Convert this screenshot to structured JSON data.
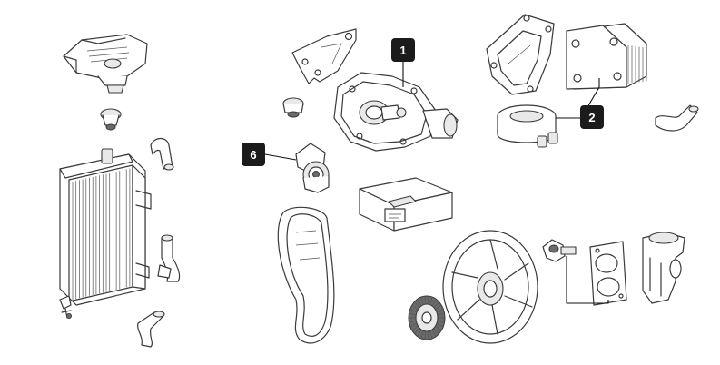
{
  "callouts": [
    {
      "id": "callout-1",
      "label": "1",
      "part": "water-pump"
    },
    {
      "id": "callout-2",
      "label": "2",
      "part": "oil-cooler"
    },
    {
      "id": "callout-6",
      "label": "6",
      "part": "belt-tensioner"
    }
  ],
  "colors": {
    "badge": "#1b1b1b",
    "badge_text": "#ffffff",
    "line_art": "#3a3a3a",
    "background": "#ffffff"
  }
}
